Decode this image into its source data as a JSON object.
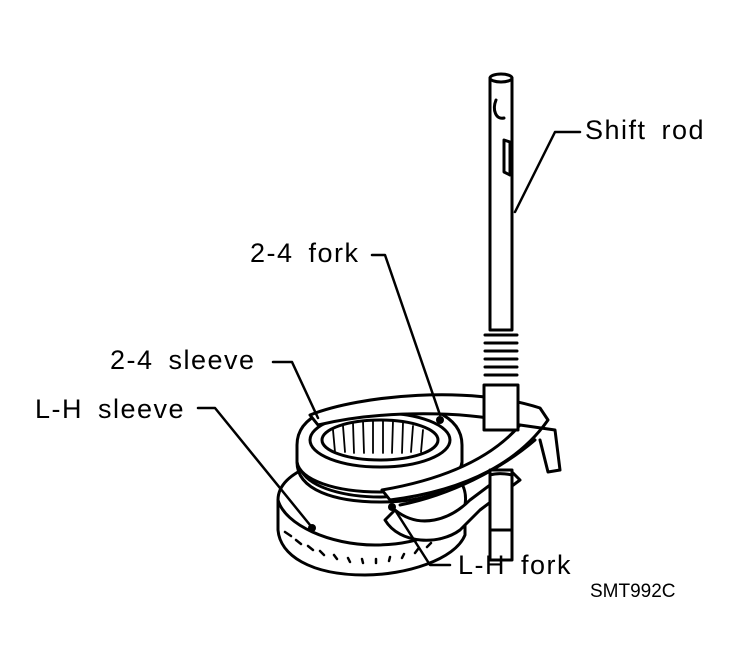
{
  "labels": {
    "shift_rod": "Shift rod",
    "fork_2_4": "2-4 fork",
    "sleeve_2_4": "2-4 sleeve",
    "sleeve_lh": "L-H sleeve",
    "fork_lh": "L-H fork"
  },
  "figure_code": "SMT992C"
}
